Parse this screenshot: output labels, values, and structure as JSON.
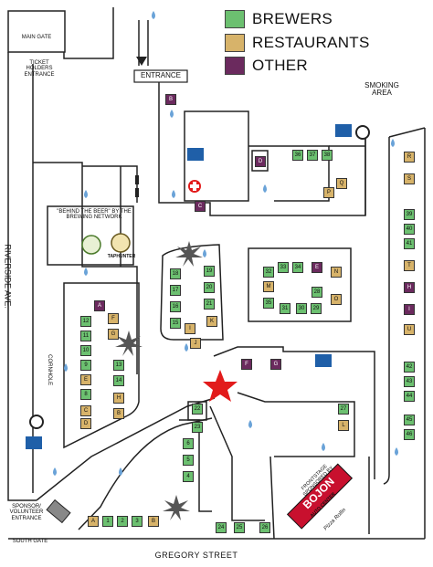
{
  "colors": {
    "brewer": "#6cc070",
    "restaurant": "#d7b36a",
    "other": "#6b2a5e"
  },
  "legend": [
    {
      "label": "BREWERS",
      "kind": "brewer"
    },
    {
      "label": "RESTAURANTS",
      "kind": "restaurant"
    },
    {
      "label": "OTHER",
      "kind": "other"
    }
  ],
  "labels": {
    "main_gate": "MAIN GATE",
    "ticket_holders": "TICKET HOLDERS ENTRANCE",
    "entrance": "ENTRANCE",
    "smoking_area": "SMOKING AREA",
    "behind_the_beer": "\"BEHIND THE BEER\" BY THE BREWING NETWORK",
    "taphunter": "TAPHUNTER",
    "riverside": "RIVERSIDE AVE.",
    "cornhole": "CORNHOLE",
    "sponsor_entrance": "SPONSOR/ VOLUNTEER ENTRANCE",
    "south_gate": "SOUTH GATE",
    "gregory": "GREGORY STREET",
    "frontstage": "FRONTSTAGE SPONSORED BY",
    "sponsor_name": "BOJON",
    "sponsor_sub": "AUTO CENTER",
    "sponsor_tag": "Pizza Rollin"
  },
  "booths": [
    {
      "t": "B",
      "k": "other"
    },
    {
      "t": "C",
      "k": "other"
    },
    {
      "t": "D",
      "k": "other"
    },
    {
      "t": "36",
      "k": "brewer"
    },
    {
      "t": "37",
      "k": "brewer"
    },
    {
      "t": "38",
      "k": "brewer"
    },
    {
      "t": "P",
      "k": "restaurant"
    },
    {
      "t": "Q",
      "k": "restaurant"
    },
    {
      "t": "R",
      "k": "restaurant"
    },
    {
      "t": "S",
      "k": "restaurant"
    },
    {
      "t": "39",
      "k": "brewer"
    },
    {
      "t": "40",
      "k": "brewer"
    },
    {
      "t": "41",
      "k": "brewer"
    },
    {
      "t": "T",
      "k": "restaurant"
    },
    {
      "t": "H",
      "k": "other"
    },
    {
      "t": "I",
      "k": "other"
    },
    {
      "t": "42",
      "k": "brewer"
    },
    {
      "t": "43",
      "k": "brewer"
    },
    {
      "t": "44",
      "k": "brewer"
    },
    {
      "t": "45",
      "k": "brewer"
    },
    {
      "t": "46",
      "k": "brewer"
    },
    {
      "t": "U",
      "k": "restaurant"
    },
    {
      "t": "18",
      "k": "brewer"
    },
    {
      "t": "17",
      "k": "brewer"
    },
    {
      "t": "16",
      "k": "brewer"
    },
    {
      "t": "15",
      "k": "brewer"
    },
    {
      "t": "19",
      "k": "brewer"
    },
    {
      "t": "20",
      "k": "brewer"
    },
    {
      "t": "21",
      "k": "brewer"
    },
    {
      "t": "I",
      "k": "restaurant"
    },
    {
      "t": "J",
      "k": "restaurant"
    },
    {
      "t": "K",
      "k": "restaurant"
    },
    {
      "t": "32",
      "k": "brewer"
    },
    {
      "t": "33",
      "k": "brewer"
    },
    {
      "t": "34",
      "k": "brewer"
    },
    {
      "t": "E",
      "k": "other"
    },
    {
      "t": "M",
      "k": "restaurant"
    },
    {
      "t": "35",
      "k": "brewer"
    },
    {
      "t": "N",
      "k": "restaurant"
    },
    {
      "t": "O",
      "k": "restaurant"
    },
    {
      "t": "31",
      "k": "brewer"
    },
    {
      "t": "30",
      "k": "brewer"
    },
    {
      "t": "29",
      "k": "brewer"
    },
    {
      "t": "28",
      "k": "brewer"
    },
    {
      "t": "A",
      "k": "other"
    },
    {
      "t": "12",
      "k": "brewer"
    },
    {
      "t": "F",
      "k": "restaurant"
    },
    {
      "t": "11",
      "k": "brewer"
    },
    {
      "t": "G",
      "k": "restaurant"
    },
    {
      "t": "10",
      "k": "brewer"
    },
    {
      "t": "9",
      "k": "brewer"
    },
    {
      "t": "E",
      "k": "restaurant"
    },
    {
      "t": "13",
      "k": "brewer"
    },
    {
      "t": "8",
      "k": "brewer"
    },
    {
      "t": "14",
      "k": "brewer"
    },
    {
      "t": "C",
      "k": "restaurant"
    },
    {
      "t": "H",
      "k": "restaurant"
    },
    {
      "t": "B",
      "k": "restaurant"
    },
    {
      "t": "D",
      "k": "restaurant"
    },
    {
      "t": "F",
      "k": "other"
    },
    {
      "t": "G",
      "k": "other"
    },
    {
      "t": "27",
      "k": "brewer"
    },
    {
      "t": "L",
      "k": "restaurant"
    },
    {
      "t": "22",
      "k": "brewer"
    },
    {
      "t": "23",
      "k": "brewer"
    },
    {
      "t": "6",
      "k": "brewer"
    },
    {
      "t": "5",
      "k": "brewer"
    },
    {
      "t": "4",
      "k": "brewer"
    },
    {
      "t": "A",
      "k": "restaurant"
    },
    {
      "t": "1",
      "k": "brewer"
    },
    {
      "t": "2",
      "k": "brewer"
    },
    {
      "t": "3",
      "k": "brewer"
    },
    {
      "t": "B",
      "k": "restaurant"
    },
    {
      "t": "24",
      "k": "brewer"
    },
    {
      "t": "25",
      "k": "brewer"
    },
    {
      "t": "26",
      "k": "brewer"
    }
  ]
}
